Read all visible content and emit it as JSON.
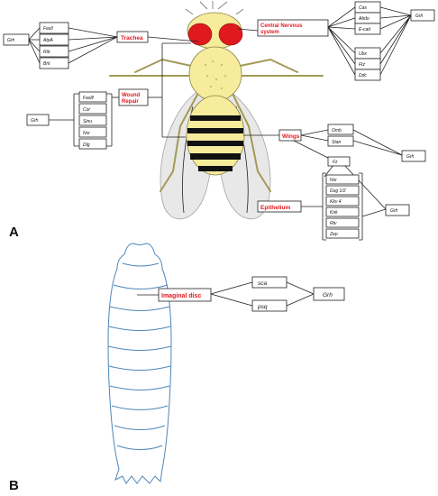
{
  "panels": {
    "a": "A",
    "b": "B"
  },
  "trachea": {
    "label": "Trachea",
    "genes": [
      "Fasll",
      "AtpA",
      "Rib",
      "Bnl"
    ],
    "regulator": "Grh"
  },
  "cns": {
    "label_line1": "Central Nervous",
    "label_line2": "system",
    "genes_top": [
      "Cas",
      "Abdo",
      "E-cad"
    ],
    "genes_bottom": [
      "Ubx",
      "Ftz",
      "Ddc"
    ],
    "regulator": "Grh"
  },
  "wound": {
    "label_line1": "Wound",
    "label_line2": "Repair",
    "genes": [
      "Faslll",
      "Cor",
      "Sinu",
      "Nsr",
      "Dlg"
    ],
    "regulator": "Grh"
  },
  "wings": {
    "label": "Wings",
    "genes": [
      "Omb",
      "Stan"
    ],
    "regulator": "Grh"
  },
  "epithelium": {
    "label": "Epithelium",
    "hub": "Fz",
    "genes": [
      "Nsr",
      "Dug 1/2",
      "Kkv 4",
      "Knk",
      "Rtv",
      "Zep"
    ],
    "regulator": "Grh"
  },
  "imaginal": {
    "label": "Imaginal disc",
    "genes": [
      "sca",
      "psq"
    ],
    "regulator": "Grh"
  },
  "colors": {
    "label_red": "#e0191f",
    "eye_red": "#e0191f",
    "body_yellow": "#f6ec9c",
    "stripe_black": "#111111",
    "wing_grey": "#e4e4e4",
    "larva_blue": "#4f86b8"
  }
}
